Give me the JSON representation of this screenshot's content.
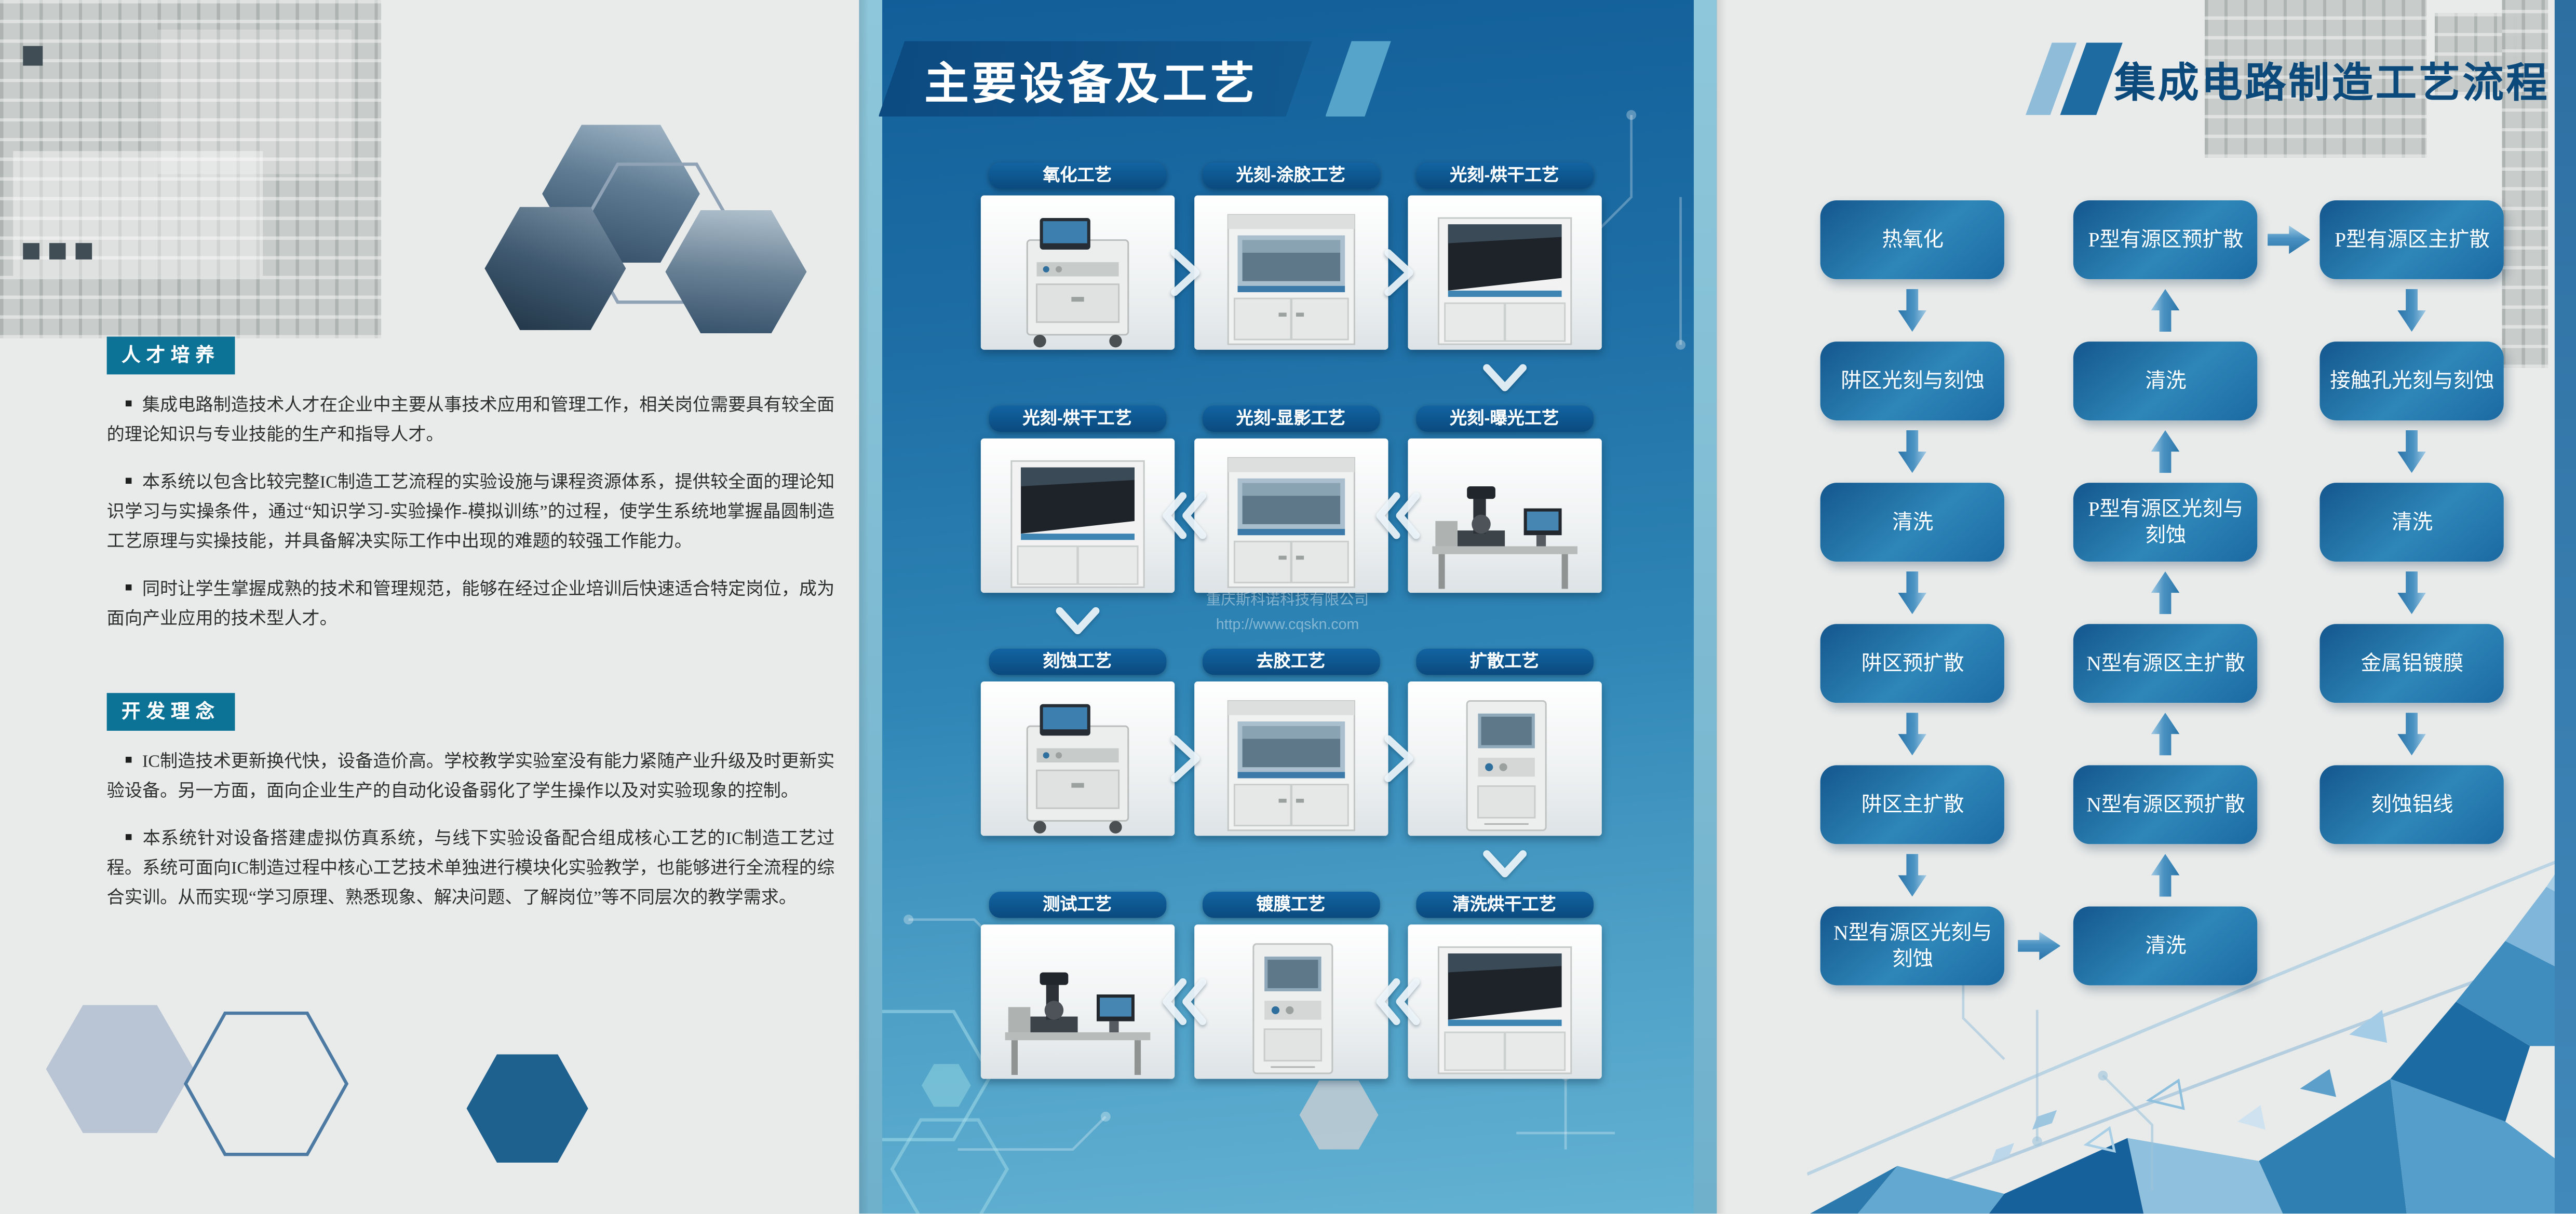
{
  "poster": {
    "bullet": "■"
  },
  "left_panel": {
    "sections": [
      {
        "label": "人才培养",
        "paragraphs": [
          "集成电路制造技术人才在企业中主要从事技术应用和管理工作，相关岗位需要具有较全面的理论知识与专业技能的生产和指导人才。",
          "本系统以包含比较完整IC制造工艺流程的实验设施与课程资源体系，提供较全面的理论知识学习与实操条件，通过“知识学习-实验操作-模拟训练”的过程，使学生系统地掌握晶圆制造工艺原理与实操技能，并具备解决实际工作中出现的难题的较强工作能力。",
          "同时让学生掌握成熟的技术和管理规范，能够在经过企业培训后快速适合特定岗位，成为面向产业应用的技术型人才。"
        ]
      },
      {
        "label": "开发理念",
        "paragraphs": [
          "IC制造技术更新换代快，设备造价高。学校教学实验室没有能力紧随产业升级及时更新实验设备。另一方面，面向企业生产的自动化设备弱化了学生操作以及对实验现象的控制。",
          "本系统针对设备搭建虚拟仿真系统，与线下实验设备配合组成核心工艺的IC制造工艺过程。系统可面向IC制造过程中核心工艺技术单独进行模块化实验教学，也能够进行全流程的综合实训。从而实现“学习原理、熟悉现象、解决问题、了解岗位”等不同层次的教学需求。"
        ]
      }
    ]
  },
  "middle_panel": {
    "title": "主要设备及工艺",
    "equipment": [
      {
        "label": "氧化工艺",
        "icon": "furnace-cabinet"
      },
      {
        "label": "光刻-涂胶工艺",
        "icon": "fume-hood"
      },
      {
        "label": "光刻-烘干工艺",
        "icon": "laminar-hood"
      },
      {
        "label": "光刻-烘干工艺",
        "icon": "laminar-hood"
      },
      {
        "label": "光刻-显影工艺",
        "icon": "fume-hood"
      },
      {
        "label": "光刻-曝光工艺",
        "icon": "probe-bench"
      },
      {
        "label": "刻蚀工艺",
        "icon": "furnace-cabinet"
      },
      {
        "label": "去胶工艺",
        "icon": "fume-hood"
      },
      {
        "label": "扩散工艺",
        "icon": "tall-cabinet"
      },
      {
        "label": "测试工艺",
        "icon": "probe-bench"
      },
      {
        "label": "镀膜工艺",
        "icon": "tall-cabinet"
      },
      {
        "label": "清洗烘干工艺",
        "icon": "laminar-hood"
      }
    ],
    "flow_directions": [
      "right",
      "left",
      "right",
      "left"
    ],
    "row_connectors": [
      {
        "after_row": 0,
        "column": 2
      },
      {
        "after_row": 1,
        "column": 0
      },
      {
        "after_row": 2,
        "column": 2
      }
    ],
    "watermark": {
      "line1": "重庆斯科诺科技有限公司",
      "line2": "http://www.cqskn.com"
    }
  },
  "right_panel": {
    "title": "集成电路制造工艺流程",
    "flow_columns": [
      {
        "direction": "down",
        "steps": [
          "热氧化",
          "阱区光刻与刻蚀",
          "清洗",
          "阱区预扩散",
          "阱区主扩散",
          "N型有源区光刻与刻蚀"
        ]
      },
      {
        "direction": "up",
        "steps": [
          "P型有源区预扩散",
          "清洗",
          "P型有源区光刻与刻蚀",
          "N型有源区主扩散",
          "N型有源区预扩散",
          "清洗"
        ]
      },
      {
        "direction": "down",
        "steps": [
          "P型有源区主扩散",
          "接触孔光刻与刻蚀",
          "清洗",
          "金属铝镀膜",
          "刻蚀铝线"
        ]
      }
    ],
    "connectors": [
      {
        "between": [
          0,
          1
        ],
        "row": 5,
        "direction": "right"
      },
      {
        "between": [
          1,
          2
        ],
        "row": 0,
        "direction": "right"
      }
    ]
  },
  "colors": {
    "panel_bg": "#e9ebea",
    "middle_top": "#125e99",
    "middle_bottom": "#63b2d3",
    "title_band": "#0c4a80",
    "section_label_bg": "#0c7296",
    "flow_box_dark": "#14578e",
    "flow_box_light": "#3a92c0",
    "title_text_dark": "#0d4a7c"
  }
}
